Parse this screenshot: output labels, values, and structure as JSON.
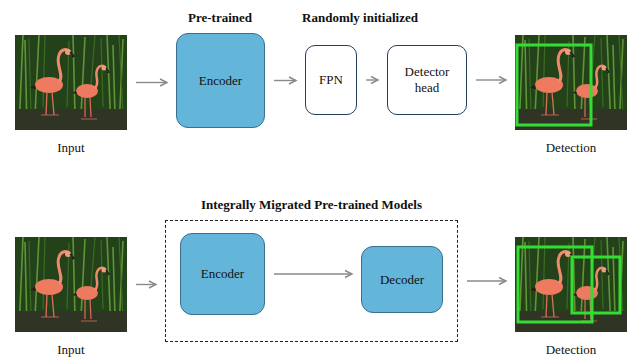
{
  "diagram": {
    "nodes": [
      {
        "text": [
          "Input"
        ]
      },
      {
        "text": [
          "Encoder"
        ]
      },
      {
        "text": [
          "FPN"
        ]
      },
      {
        "text": [
          "Detector head"
        ]
      },
      {
        "text": [
          "Detection"
        ]
      },
      {
        "text": [
          "Input"
        ]
      },
      {
        "text": [
          "Integrally Migrated Pre-trained Models"
        ]
      },
      {
        "text": [
          "Encoder"
        ],
        "in": 6
      },
      {
        "text": [
          "Decoder"
        ],
        "in": 6
      },
      {
        "text": [
          "Detection"
        ]
      }
    ],
    "edges": [
      {
        "from": 0,
        "to": 1,
        "arrow": "to"
      },
      {
        "from": 1,
        "to": 2,
        "arrow": "to"
      },
      {
        "from": 2,
        "to": 3,
        "arrow": "to"
      },
      {
        "from": 3,
        "to": 4,
        "arrow": "to"
      },
      {
        "from": 5,
        "to": 6,
        "arrow": "to"
      },
      {
        "from": 7,
        "to": 8,
        "arrow": "to"
      },
      {
        "from": 6,
        "to": 9,
        "arrow": "to"
      }
    ],
    "labels": [
      "Pre-trained",
      "Randomly initialized"
    ]
  }
}
